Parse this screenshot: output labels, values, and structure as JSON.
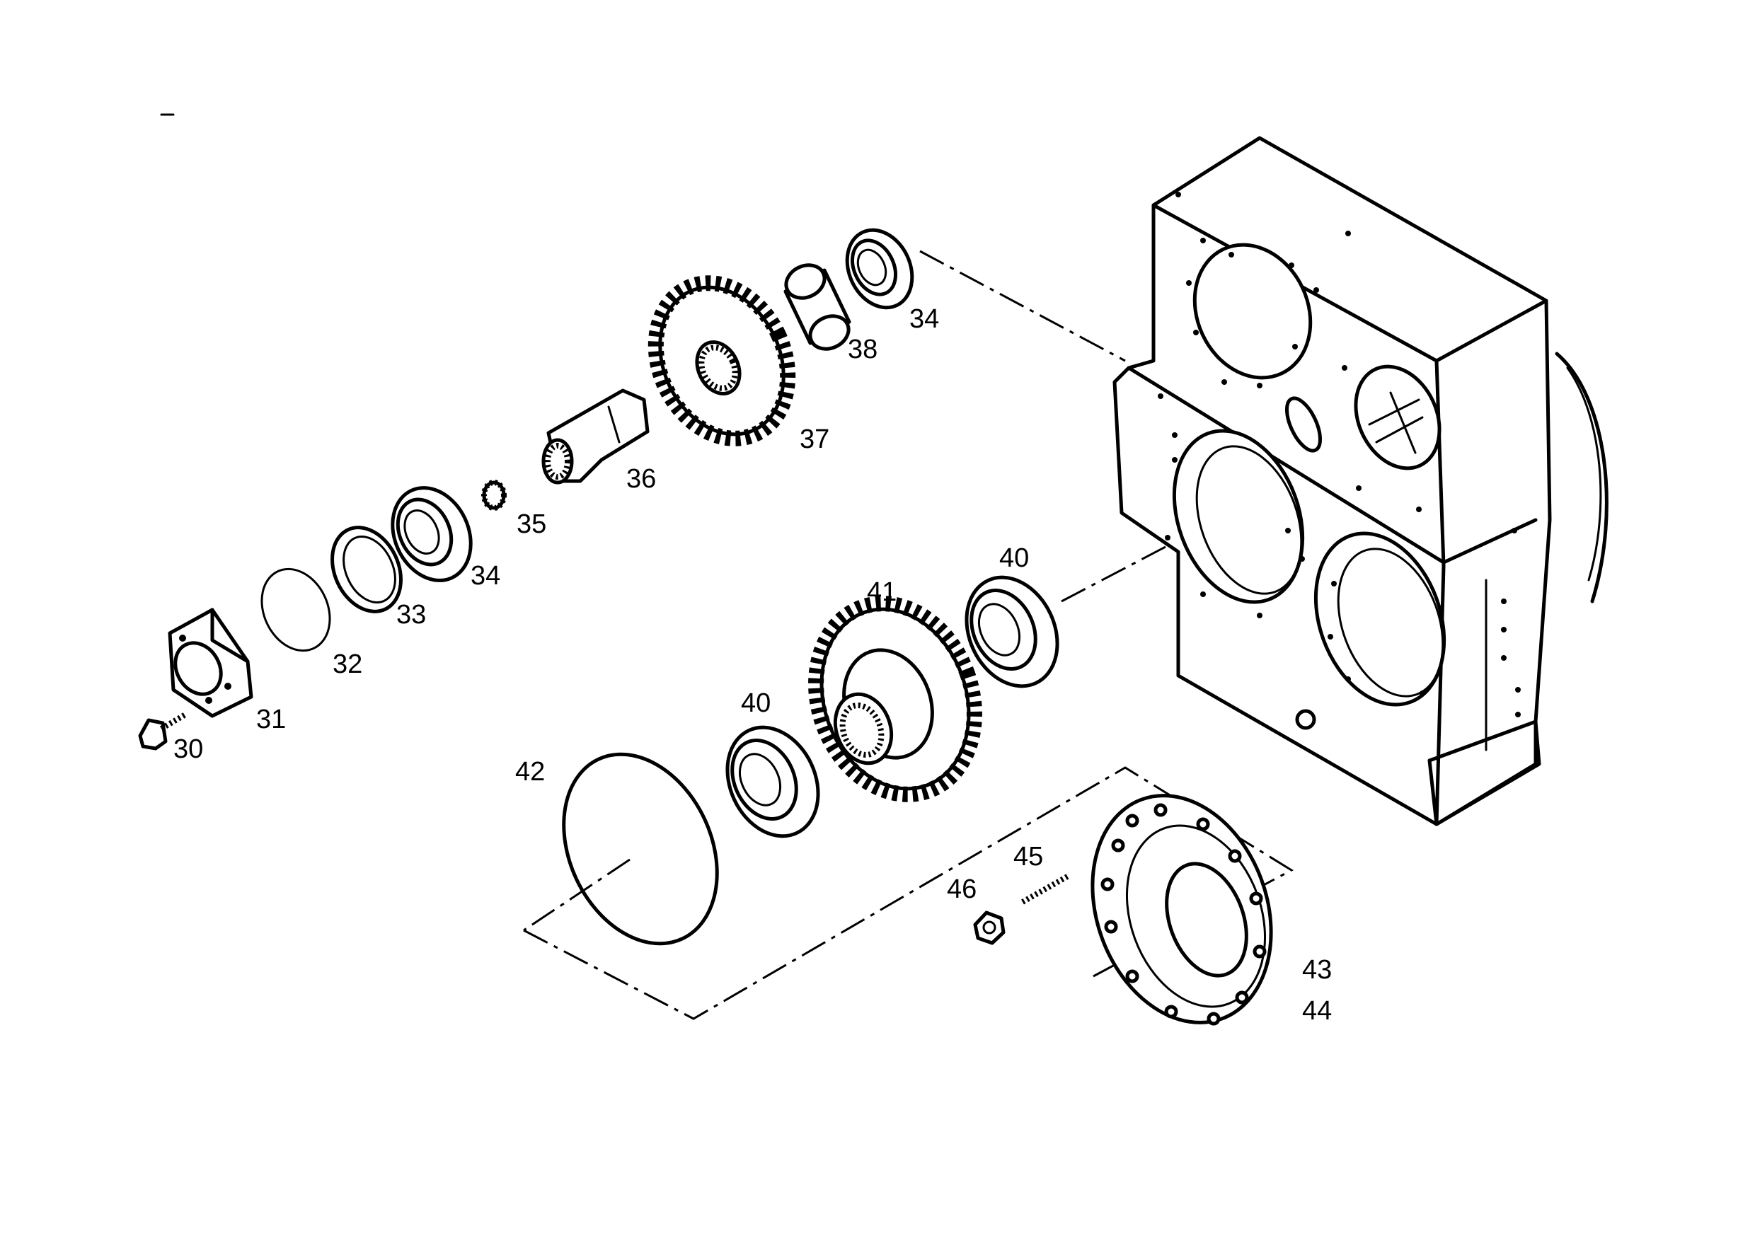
{
  "labels": {
    "p30": "30",
    "p31": "31",
    "p32": "32",
    "p33": "33",
    "p34a": "34",
    "p34b": "34",
    "p35": "35",
    "p36": "36",
    "p37": "37",
    "p38": "38",
    "p40a": "40",
    "p40b": "40",
    "p41": "41",
    "p42": "42",
    "p43": "43",
    "p44": "44",
    "p45": "45",
    "p46": "46"
  }
}
